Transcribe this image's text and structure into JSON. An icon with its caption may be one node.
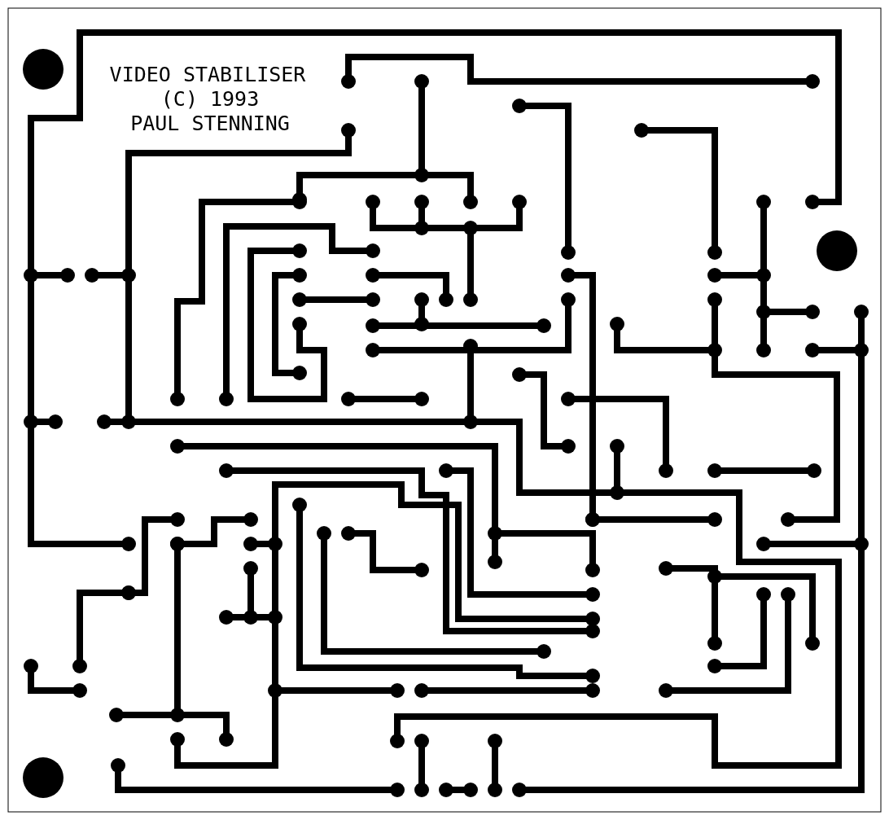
{
  "diagram": {
    "labels": [
      "VIDEO STABILISER",
      "(C) 1993",
      "PAUL STENNING"
    ]
  }
}
